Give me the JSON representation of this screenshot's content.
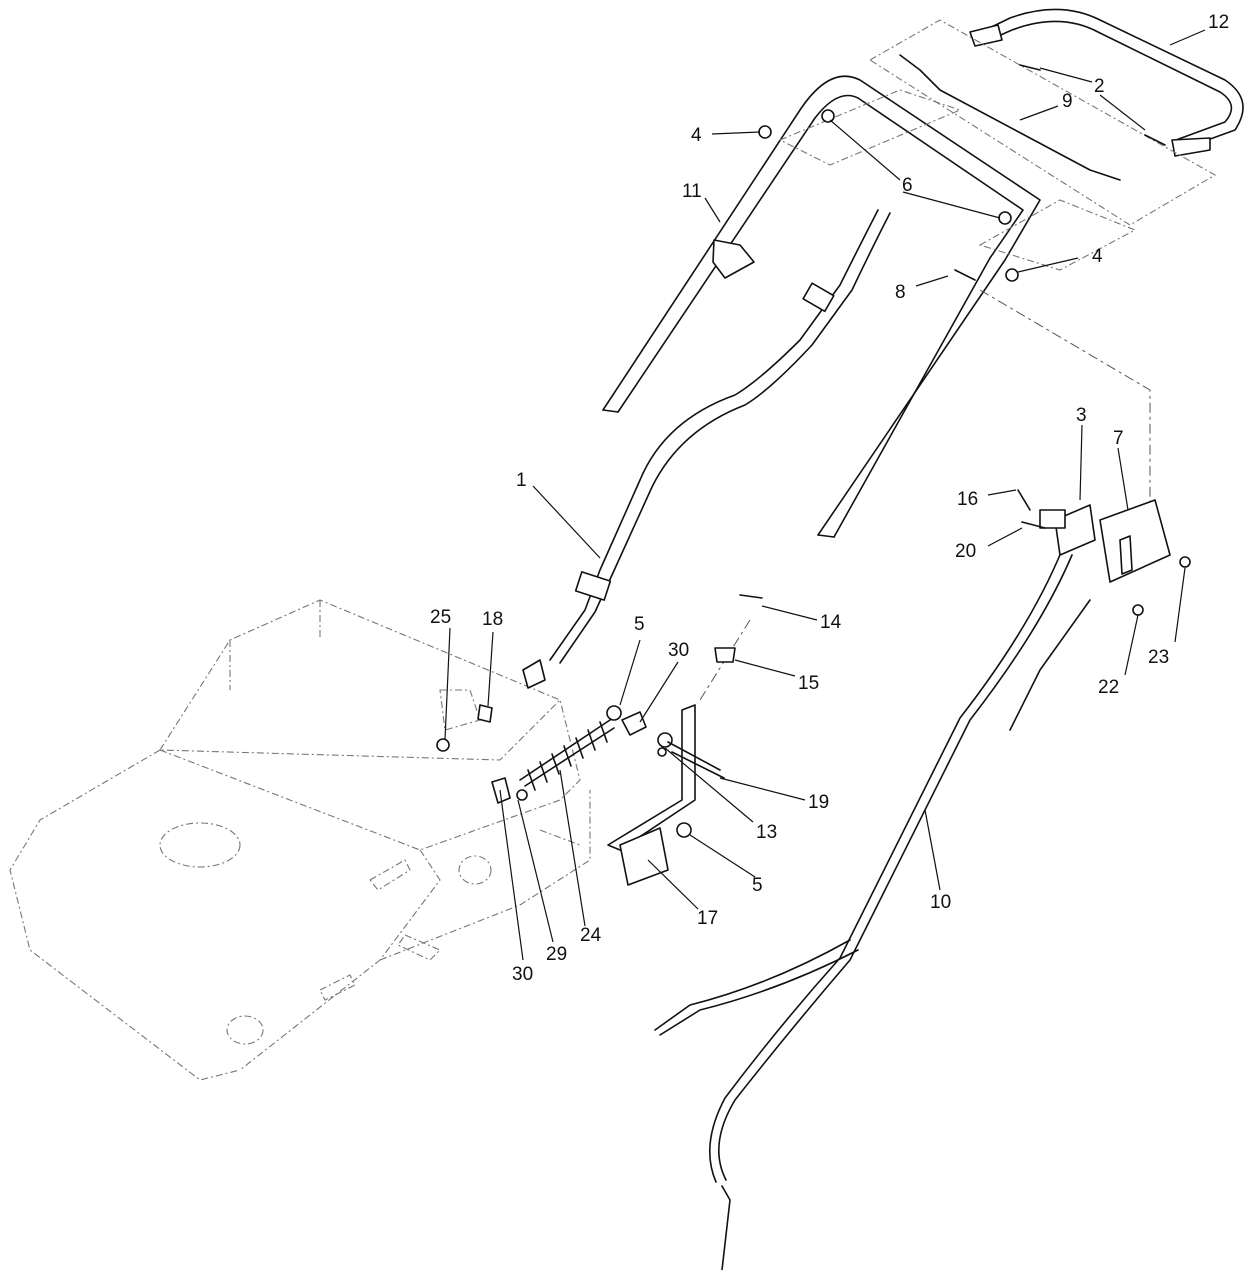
{
  "diagram": {
    "callouts": [
      {
        "id": "c12",
        "label": "12"
      },
      {
        "id": "c2",
        "label": "2"
      },
      {
        "id": "c9",
        "label": "9"
      },
      {
        "id": "c4a",
        "label": "4"
      },
      {
        "id": "c6",
        "label": "6"
      },
      {
        "id": "c11",
        "label": "11"
      },
      {
        "id": "c4b",
        "label": "4"
      },
      {
        "id": "c8",
        "label": "8"
      },
      {
        "id": "c3",
        "label": "3"
      },
      {
        "id": "c7",
        "label": "7"
      },
      {
        "id": "c16",
        "label": "16"
      },
      {
        "id": "c20",
        "label": "20"
      },
      {
        "id": "c1",
        "label": "1"
      },
      {
        "id": "c23",
        "label": "23"
      },
      {
        "id": "c22",
        "label": "22"
      },
      {
        "id": "c14",
        "label": "14"
      },
      {
        "id": "c25",
        "label": "25"
      },
      {
        "id": "c18",
        "label": "18"
      },
      {
        "id": "c5a",
        "label": "5"
      },
      {
        "id": "c30a",
        "label": "30"
      },
      {
        "id": "c15",
        "label": "15"
      },
      {
        "id": "c19",
        "label": "19"
      },
      {
        "id": "c13",
        "label": "13"
      },
      {
        "id": "c5b",
        "label": "5"
      },
      {
        "id": "c17",
        "label": "17"
      },
      {
        "id": "c10",
        "label": "10"
      },
      {
        "id": "c24",
        "label": "24"
      },
      {
        "id": "c29",
        "label": "29"
      },
      {
        "id": "c30b",
        "label": "30"
      }
    ]
  }
}
